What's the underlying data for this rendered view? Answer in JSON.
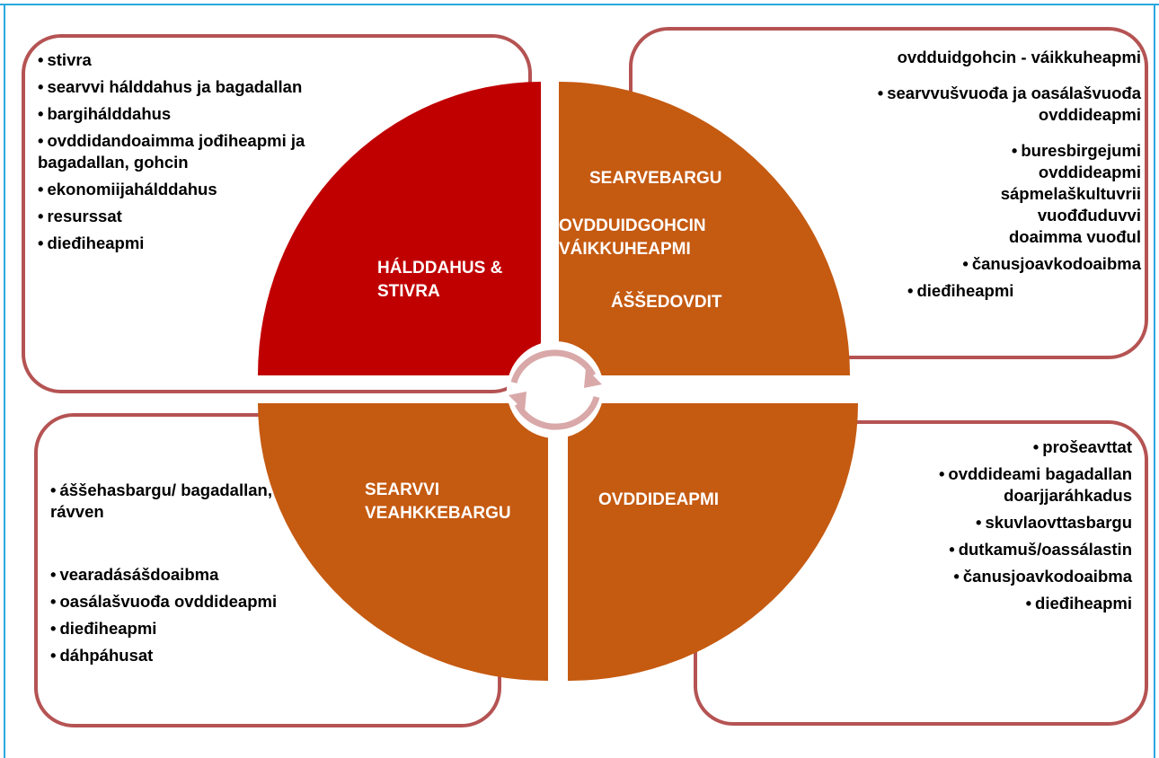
{
  "colors": {
    "frame": "#29a8e0",
    "box_border": "#b55353",
    "quadrant_top_left": "#c00000",
    "quadrant_other": "#c55a11",
    "center_arrows": "#d9a8a8",
    "label_text": "#ffffff"
  },
  "icons": {
    "center": "cycle-arrows-icon"
  },
  "quadrants": {
    "top_left": {
      "title": "HÁLDDAHUS &\nSTIVRA"
    },
    "top_right": {
      "title_line1": "SEARVEBARGU",
      "title_line2": "OVDDUIDGOHCIN\nVÁIKKUHEAPMI",
      "title_line3": "ÁŠŠEDOVDIT"
    },
    "bottom_left": {
      "title": "SEARVVI\nVEAHKKEBARGU"
    },
    "bottom_right": {
      "title": "OVDDIDEAPMI"
    }
  },
  "lists": {
    "top_left": [
      {
        "bullet": "•",
        "text": "stivra"
      },
      {
        "bullet": "•",
        "text": "searvvi hálddahus ja bagadallan"
      },
      {
        "bullet": "•",
        "text": "bargihálddahus"
      },
      {
        "bullet": "•",
        "text": "ovddidandoaimma jođiheapmi ja bagadallan, gohcin"
      },
      {
        "bullet": "•",
        "text": "ekonomiijahálddahus"
      },
      {
        "bullet": "•",
        "text": "resurssat"
      },
      {
        "bullet": "•",
        "text": "dieđiheapmi"
      }
    ],
    "top_right": [
      {
        "bullet": "",
        "text": "ovdduidgohcin   - váikkuheapmi"
      },
      {
        "bullet": "•",
        "text": "searvvušvuođa ja oasálašvuođa ovddideapmi"
      },
      {
        "bullet": "•",
        "text": "buresbirgejumi ovddideapmi sápmelaškultuvrii vuođđuduvvi doaimma vuođul"
      },
      {
        "bullet": "•",
        "text": "čanusjoavkodoaibma"
      },
      {
        "bullet": "•",
        "text": "dieđiheapmi"
      }
    ],
    "bottom_left": [
      {
        "bullet": "•",
        "text": "áššehasbargu/ bagadallan, rávven"
      },
      {
        "bullet": "•",
        "text": "vearadásášdoaibma"
      },
      {
        "bullet": "•",
        "text": "oasálašvuođa ovddideapmi"
      },
      {
        "bullet": "•",
        "text": "dieđiheapmi"
      },
      {
        "bullet": "•",
        "text": "dáhpáhusat"
      }
    ],
    "bottom_right": [
      {
        "bullet": "•",
        "text": "prošeavttat"
      },
      {
        "bullet": "•",
        "text": "ovddideami bagadallan doarjjaráhkadus"
      },
      {
        "bullet": "•",
        "text": "skuvlaovttasbargu"
      },
      {
        "bullet": "•",
        "text": "dutkamuš/oassálastin"
      },
      {
        "bullet": "•",
        "text": "čanusjoavkodoaibma"
      },
      {
        "bullet": "•",
        "text": "dieđiheapmi"
      }
    ]
  }
}
